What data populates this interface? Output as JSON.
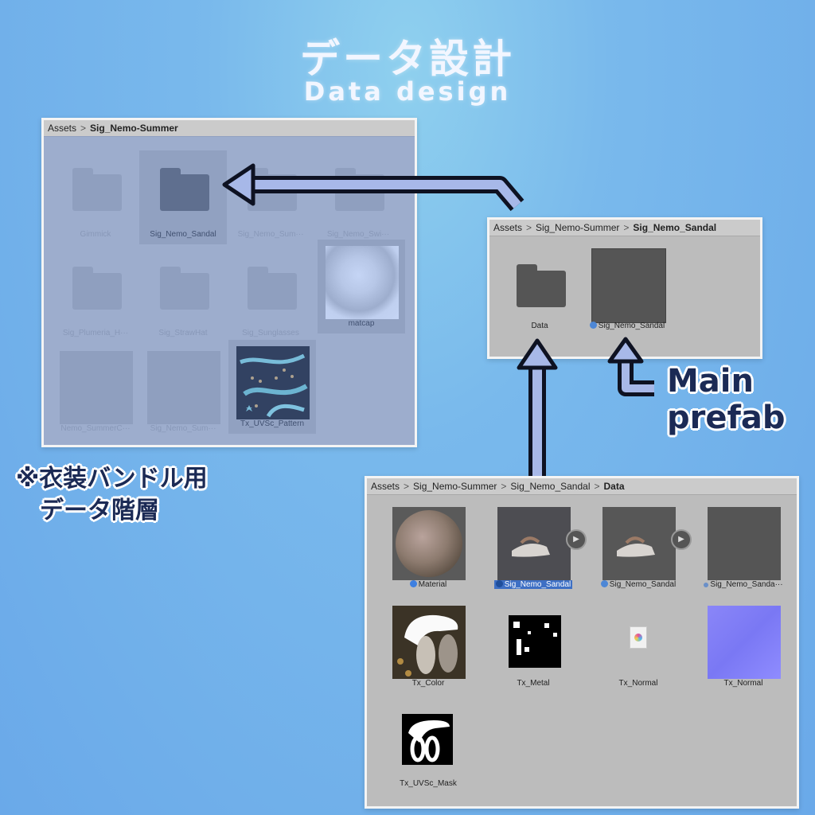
{
  "heading": {
    "title_jp": "データ設計",
    "title_en": "Data design"
  },
  "panel_top_left": {
    "breadcrumb": [
      "Assets",
      "Sig_Nemo-Summer"
    ],
    "items": [
      {
        "label": "Gimmick",
        "kind": "folder"
      },
      {
        "label": "Sig_Nemo_Sandal",
        "kind": "folder"
      },
      {
        "label": "Sig_Nemo_Sum···",
        "kind": "folder"
      },
      {
        "label": "Sig_Nemo_Swi···",
        "kind": "folder"
      },
      {
        "label": "Sig_Plumeria_H···",
        "kind": "folder"
      },
      {
        "label": "Sig_StrawHat",
        "kind": "folder"
      },
      {
        "label": "Sig_Sunglasses",
        "kind": "folder"
      },
      {
        "label": "matcap",
        "kind": "texture"
      },
      {
        "label": "Nemo_SummerC···",
        "kind": "prefab"
      },
      {
        "label": "Sig_Nemo_Sum···",
        "kind": "prefab"
      },
      {
        "label": "Tx_UVSc_Pattern",
        "kind": "texture"
      }
    ]
  },
  "panel_mid_right": {
    "breadcrumb": [
      "Assets",
      "Sig_Nemo-Summer",
      "Sig_Nemo_Sandal"
    ],
    "items": [
      {
        "label": "Data",
        "kind": "folder"
      },
      {
        "label": "Sig_Nemo_Sandal",
        "kind": "prefab"
      }
    ]
  },
  "panel_bottom_right": {
    "breadcrumb": [
      "Assets",
      "Sig_Nemo-Summer",
      "Sig_Nemo_Sandal",
      "Data"
    ],
    "items": [
      {
        "label": "Material",
        "kind": "material"
      },
      {
        "label": "Sig_Nemo_Sandal",
        "kind": "model"
      },
      {
        "label": "Sig_Nemo_Sandal",
        "kind": "prefab"
      },
      {
        "label": "Sig_Nemo_Sanda···",
        "kind": "mesh"
      },
      {
        "label": "Tx_Color",
        "kind": "texture"
      },
      {
        "label": "Tx_Metal",
        "kind": "texture"
      },
      {
        "label": "Tx_Normal",
        "kind": "file"
      },
      {
        "label": "Tx_Normal",
        "kind": "texture"
      },
      {
        "label": "Tx_UVSc_Mask",
        "kind": "texture"
      }
    ]
  },
  "notes": {
    "main_prefab_line1": "Main",
    "main_prefab_line2": "prefab",
    "bundle_line1": "※衣装バンドル用",
    "bundle_line2": "データ階層"
  },
  "colors": {
    "folder": "#555555",
    "arrow_fill": "#a7b8e8",
    "arrow_outline": "#0e1222",
    "selection": "#3d6fc4",
    "overlay": "#6e96e6"
  }
}
